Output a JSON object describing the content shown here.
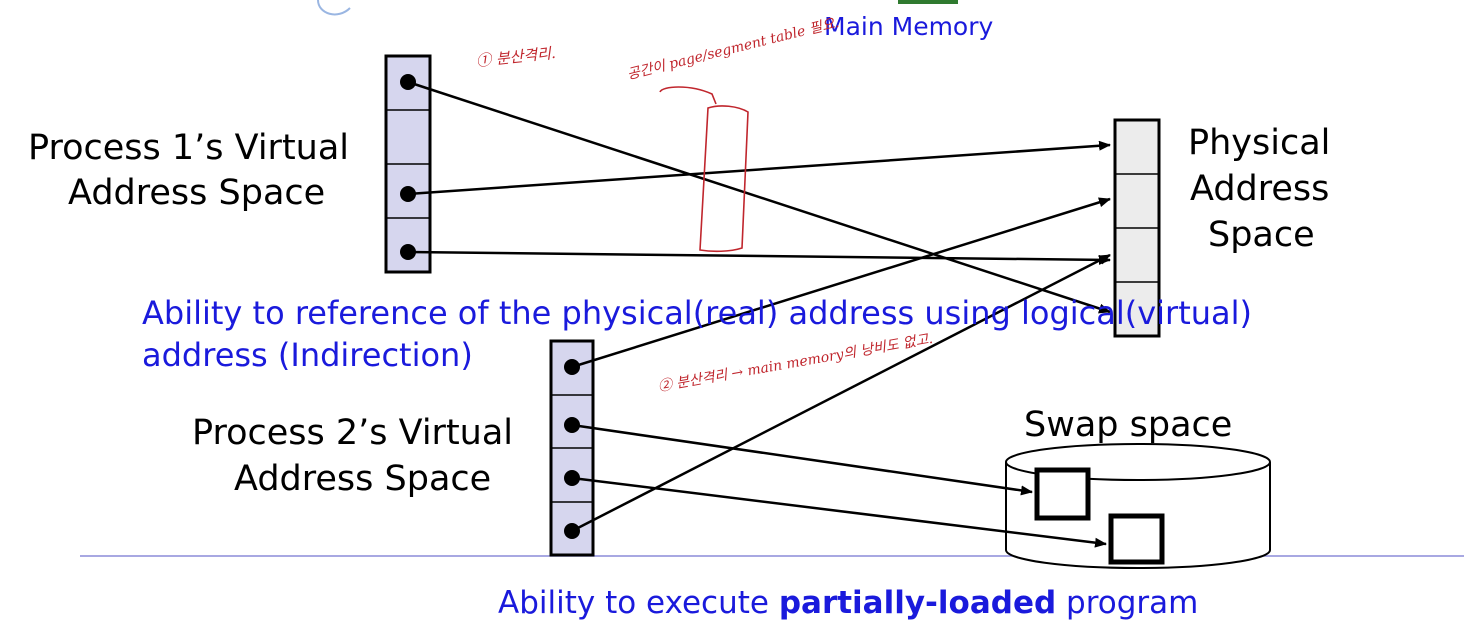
{
  "top_label": "Main Memory",
  "process1": {
    "line1": "Process 1’s Virtual",
    "line2": "Address Space"
  },
  "process2": {
    "line1": "Process 2’s Virtual",
    "line2": "Address Space"
  },
  "physical": {
    "line1": "Physical",
    "line2": "Address",
    "line3": "Space"
  },
  "swap": {
    "label": "Swap space"
  },
  "caption_indirection": {
    "line1": "Ability to reference of the physical(real) address using logical(virtual)",
    "line2": "address (Indirection)"
  },
  "caption_partial": {
    "prefix": "Ability to execute ",
    "bold": "partially-loaded",
    "suffix": " program"
  },
  "annotations": {
    "note1": "① 분산격리.",
    "note2": "공간이 page/segment table 필요.",
    "note3": "② 분산격리 → main memory의 낭비도 없고."
  },
  "colors": {
    "page_fill": "#d6d6ee",
    "physical_fill": "#ececec",
    "caption": "#1a1adc",
    "annotation": "#c0262d",
    "rule": "#8c8cd8"
  }
}
